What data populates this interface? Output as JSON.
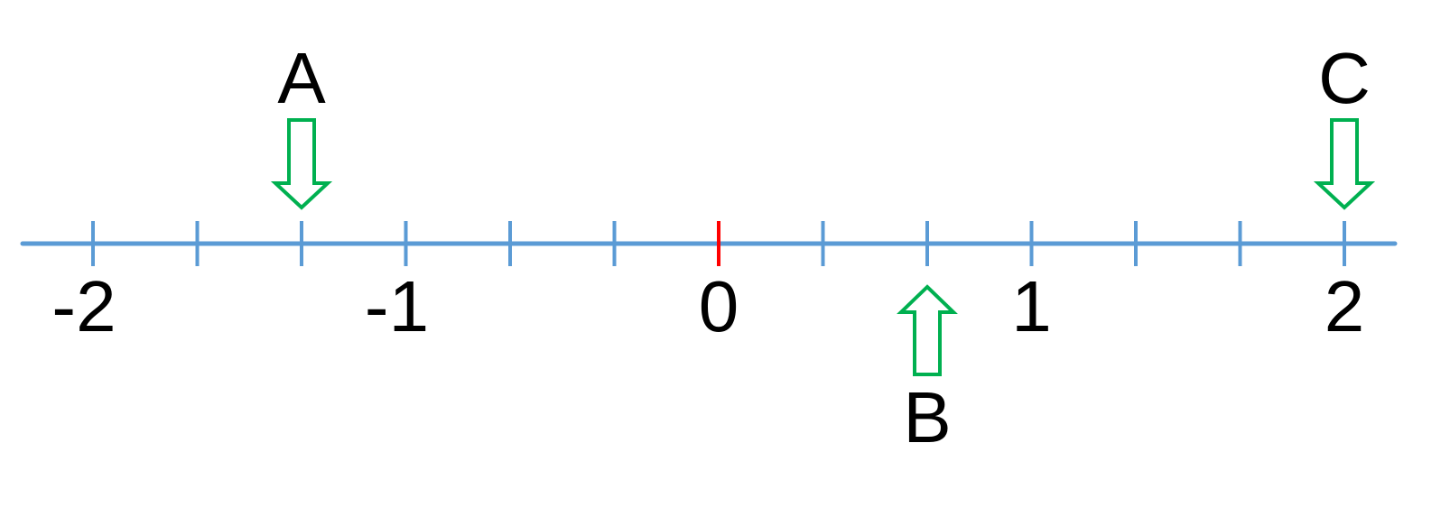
{
  "number_line": {
    "range": [
      -2,
      2
    ],
    "minor_step": 0.3333333333,
    "tick_labels": [
      {
        "value": -2,
        "text": "-2"
      },
      {
        "value": -1,
        "text": "-1"
      },
      {
        "value": 0,
        "text": "0"
      },
      {
        "value": 1,
        "text": "1"
      },
      {
        "value": 2,
        "text": "2"
      }
    ],
    "origin_tick_color": "#ff0000",
    "line_color": "#5b9bd5"
  },
  "markers": [
    {
      "label": "A",
      "value": -1.3333333333,
      "direction": "down"
    },
    {
      "label": "B",
      "value": 0.6666666667,
      "direction": "up"
    },
    {
      "label": "C",
      "value": 2,
      "direction": "down"
    }
  ],
  "colors": {
    "arrow_outline": "#00b050",
    "text": "#000000"
  }
}
